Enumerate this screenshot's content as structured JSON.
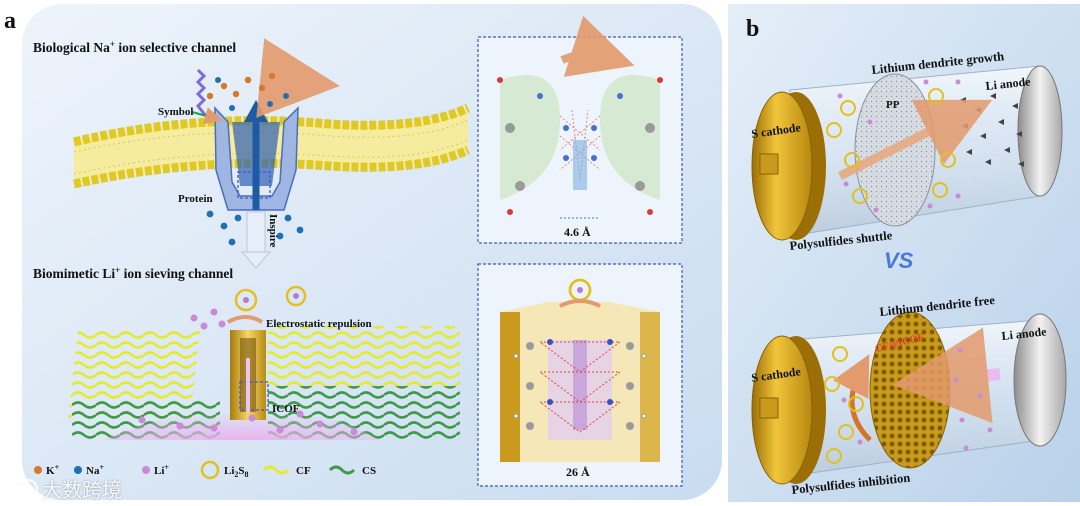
{
  "panel_a": {
    "letter": "a",
    "title_bio": "Biological Na",
    "title_bio_sup": "+",
    "title_bio_rest": " ion selective channel",
    "label_symbol": "Symbol",
    "label_protein": "Protein",
    "label_inspire": "Inspire",
    "title_biomimetic": "Biomimetic Li",
    "title_biomimetic_sup": "+",
    "title_biomimetic_rest": "  ion sieving channel",
    "label_repulsion": "Electrostatic repulsion",
    "label_icof": "ICOF",
    "inset_top_measure": "4.6 Å",
    "inset_bottom_measure": "26 Å",
    "legend": {
      "k": "K",
      "k_sup": "+",
      "na": "Na",
      "na_sup": "+",
      "li": "Li",
      "li_sup": "+",
      "li2s8_a": "Li",
      "li2s8_sub1": "2",
      "li2s8_b": "S",
      "li2s8_sub2": "8",
      "cf": "CF",
      "cs": "CS"
    }
  },
  "panel_b": {
    "letter": "b",
    "top": {
      "label_dendrite": "Lithium dendrite growth",
      "label_cathode": "S cathode",
      "label_separator": "PP",
      "label_anode": "Li anode",
      "label_shuttle": "Polysulfides shuttle"
    },
    "vs": "VS",
    "bottom": {
      "label_dendrite": "Lithium dendrite free",
      "label_cathode": "S cathode",
      "label_separator": "CF@ICOF",
      "label_anode": "Li anode",
      "label_inhibition": "Polysulfides inhibition"
    }
  },
  "watermark": "大数跨境",
  "colors": {
    "panel_a_bg": "#dce9f6",
    "panel_b_bg": "#d4e4f3",
    "membrane_yellow": "#f3e24a",
    "cf_fiber": "#e6ea2c",
    "cs_fiber": "#3f9a4a",
    "gold": "#d9a514",
    "vs_blue": "#4a78d8",
    "k_orange": "#d8782a",
    "na_blue": "#1f6fb5",
    "li_pink": "#c98ad8"
  }
}
